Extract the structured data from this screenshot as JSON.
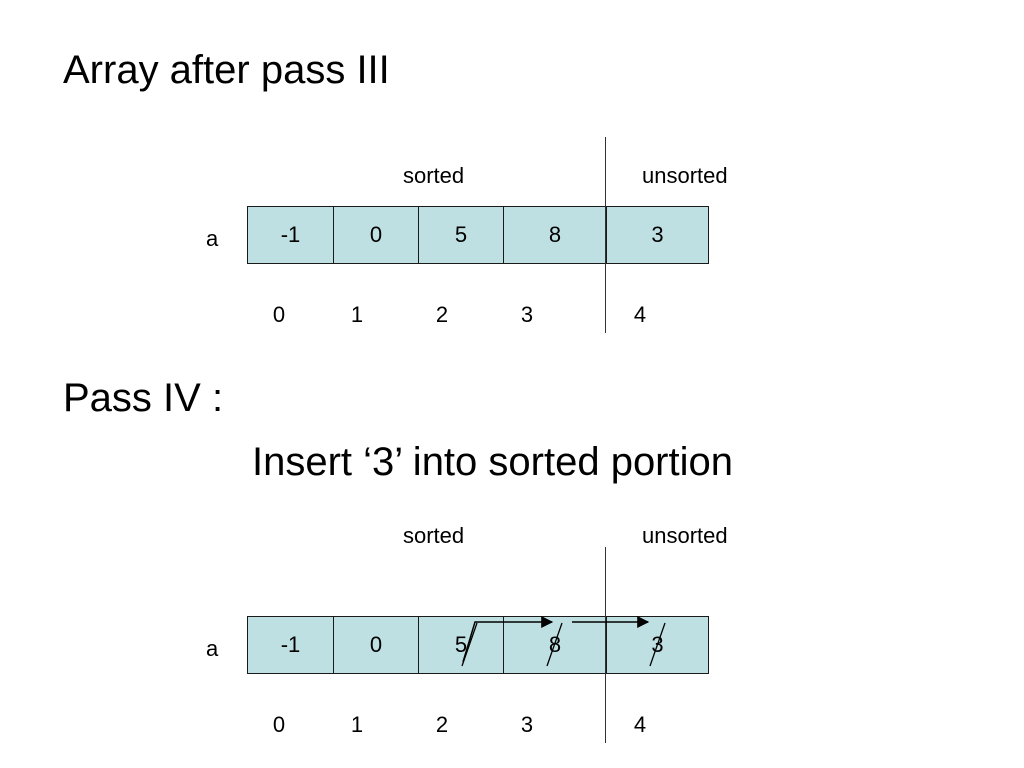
{
  "title": "Array after pass III",
  "pass_heading": "Pass IV :",
  "instruction": "Insert ‘3’ into sorted portion",
  "diagram1": {
    "label_sorted": "sorted",
    "label_unsorted": "unsorted",
    "array_name": "a",
    "cells": [
      "-1",
      "0",
      "5",
      "8",
      "3"
    ],
    "indices": [
      "0",
      "1",
      "2",
      "3",
      "4"
    ]
  },
  "diagram2": {
    "label_sorted": "sorted",
    "label_unsorted": "unsorted",
    "array_name": "a",
    "cells": [
      "-1",
      "0",
      "5",
      "8",
      "3"
    ],
    "indices": [
      "0",
      "1",
      "2",
      "3",
      "4"
    ],
    "struck_cells": [
      2,
      3,
      4
    ],
    "shift_arrows": [
      {
        "from_index": 2,
        "to_index": 3
      },
      {
        "from_index": 3,
        "to_index": 4
      }
    ]
  },
  "colors": {
    "cell_fill": "#bfe0e2",
    "cell_border": "#1a1a1a",
    "text": "#000000"
  }
}
